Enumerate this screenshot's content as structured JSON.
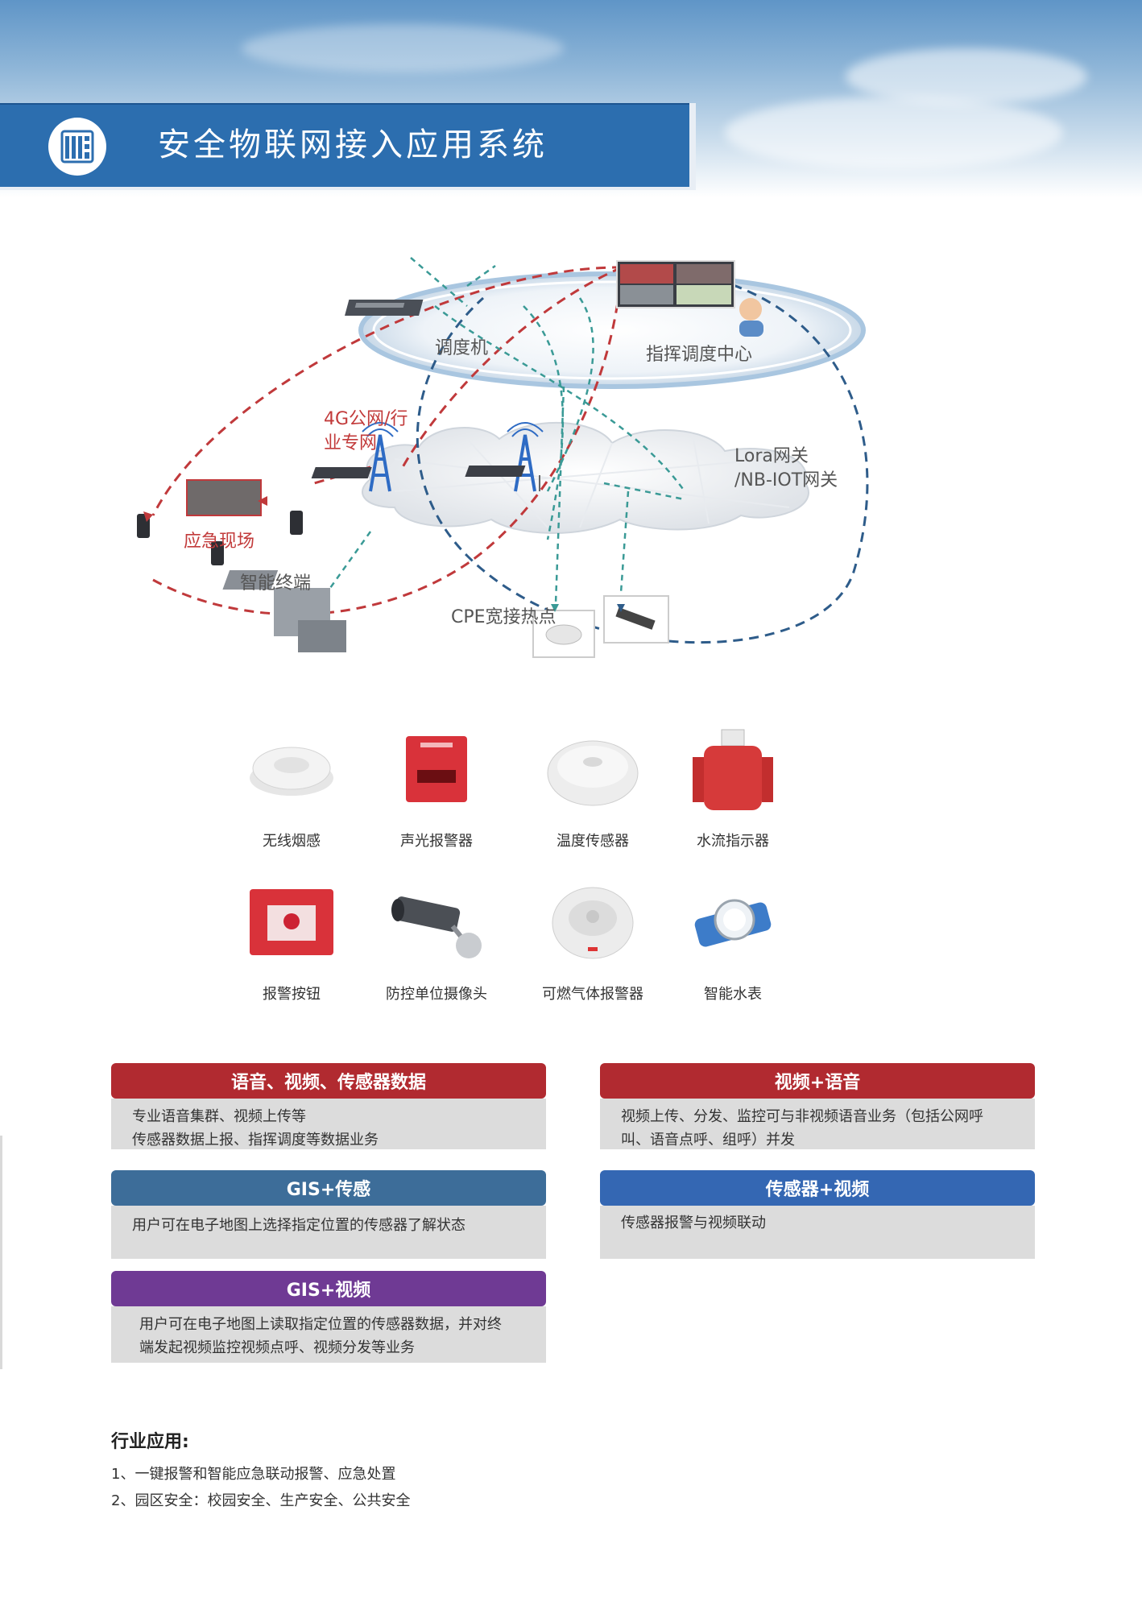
{
  "header": {
    "title": "安全物联网接入应用系统",
    "icon": "building-icon"
  },
  "diagram": {
    "labels": {
      "dispatcher": "调度机",
      "command_center": "指挥调度中心",
      "network_4g": "4G公网/行",
      "network_4g_2": "业专网",
      "gateway": "Lora网关",
      "gateway_2": "/NB-IOT网关",
      "emergency": "应急现场",
      "terminal": "智能终端",
      "cpe": "CPE宽接热点"
    },
    "colors": {
      "red_link": "#c0393b",
      "blue_link": "#2e5c8a",
      "teal_link": "#3a9a96"
    }
  },
  "products": [
    {
      "name": "无线烟感",
      "icon": "smoke-detector-icon"
    },
    {
      "name": "声光报警器",
      "icon": "alarm-icon"
    },
    {
      "name": "温度传感器",
      "icon": "temperature-sensor-icon"
    },
    {
      "name": "水流指示器",
      "icon": "water-flow-icon"
    },
    {
      "name": "报警按钮",
      "icon": "alarm-button-icon"
    },
    {
      "name": "防控单位摄像头",
      "icon": "camera-icon"
    },
    {
      "name": "可燃气体报警器",
      "icon": "gas-alarm-icon"
    },
    {
      "name": "智能水表",
      "icon": "water-meter-icon"
    }
  ],
  "features": {
    "voice_video_sensor": {
      "title": "语音、视频、传感器数据",
      "lines": [
        "专业语音集群、视频上传等",
        "传感器数据上报、指挥调度等数据业务"
      ]
    },
    "video_voice": {
      "title": "视频+语音",
      "lines": [
        "视频上传、分发、监控可与非视频语音业务（包括公网呼",
        "叫、语音点呼、组呼）并发"
      ]
    },
    "gis_sensor": {
      "title": "GIS+传感",
      "lines": [
        "用户可在电子地图上选择指定位置的传感器了解状态"
      ]
    },
    "sensor_video": {
      "title": "传感器+视频",
      "lines": [
        "传感器报警与视频联动"
      ]
    },
    "gis_video": {
      "title": "GIS+视频",
      "lines": [
        "用户可在电子地图上读取指定位置的传感器数据，并对终",
        "端发起视频监控视频点呼、视频分发等业务"
      ]
    }
  },
  "industry": {
    "heading": "行业应用:",
    "items": [
      "1、一键报警和智能应急联动报警、应急处置",
      "2、园区安全：校园安全、生产安全、公共安全"
    ]
  }
}
